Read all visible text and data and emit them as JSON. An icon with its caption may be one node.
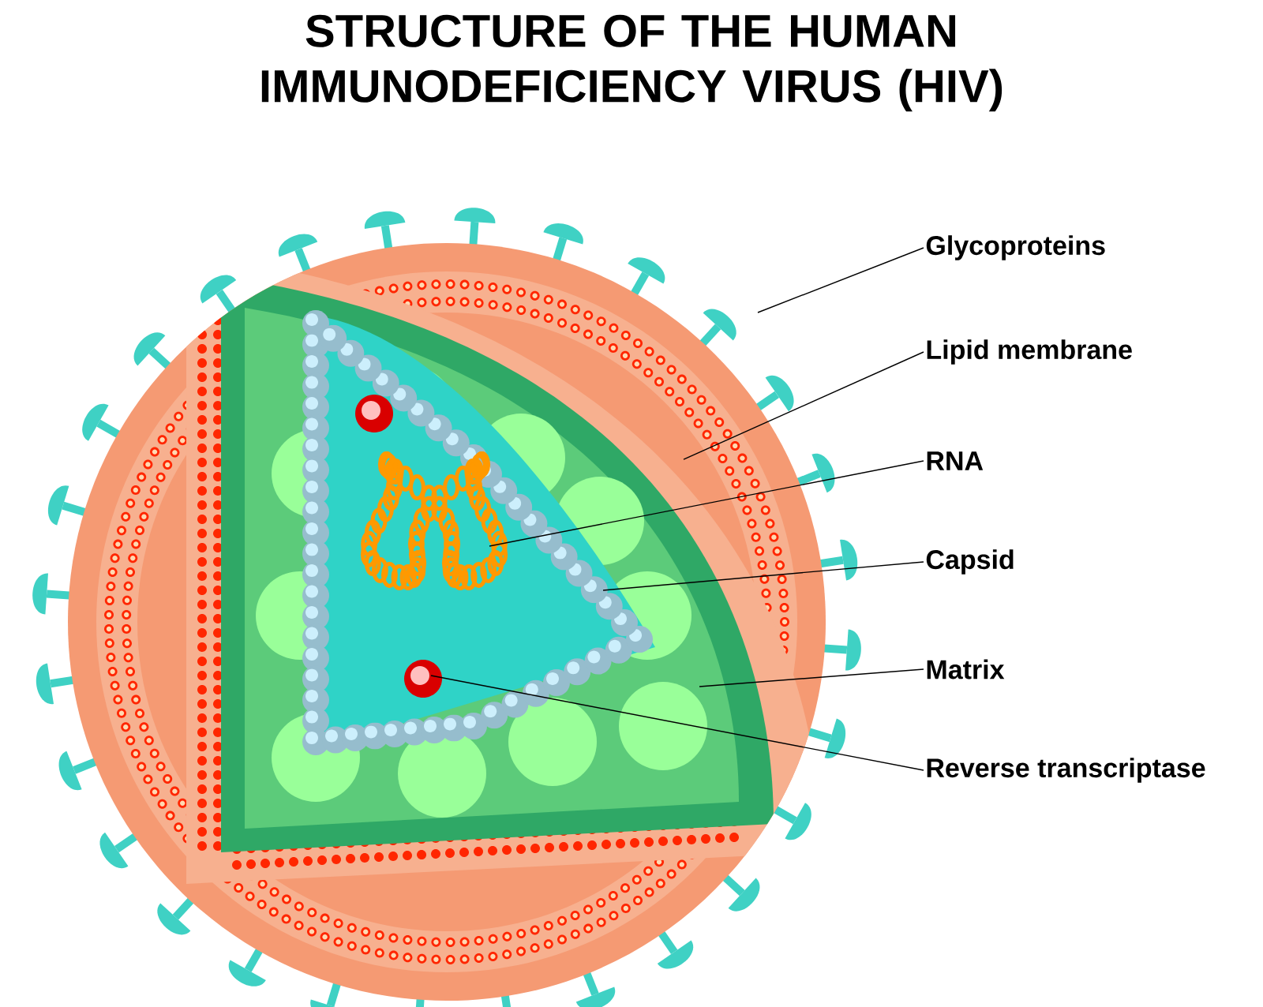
{
  "diagram": {
    "title": "STRUCTURE OF THE HUMAN IMMUNODEFICIENCY VIRUS (HIV)",
    "nodes": [
      {
        "text": [
          "Glycoproteins"
        ]
      },
      {
        "text": [
          "Lipid membrane"
        ]
      },
      {
        "text": [
          "RNA"
        ]
      },
      {
        "text": [
          "Capsid"
        ]
      },
      {
        "text": [
          "Matrix"
        ]
      },
      {
        "text": [
          "Reverse transcriptase"
        ]
      }
    ],
    "edges": [
      {
        "from": 0,
        "to": null,
        "arrow": "none"
      },
      {
        "from": 1,
        "to": null,
        "arrow": "none"
      },
      {
        "from": 2,
        "to": null,
        "arrow": "none"
      },
      {
        "from": 3,
        "to": null,
        "arrow": "none"
      },
      {
        "from": 4,
        "to": null,
        "arrow": "none"
      },
      {
        "from": 5,
        "to": null,
        "arrow": "none"
      }
    ]
  }
}
